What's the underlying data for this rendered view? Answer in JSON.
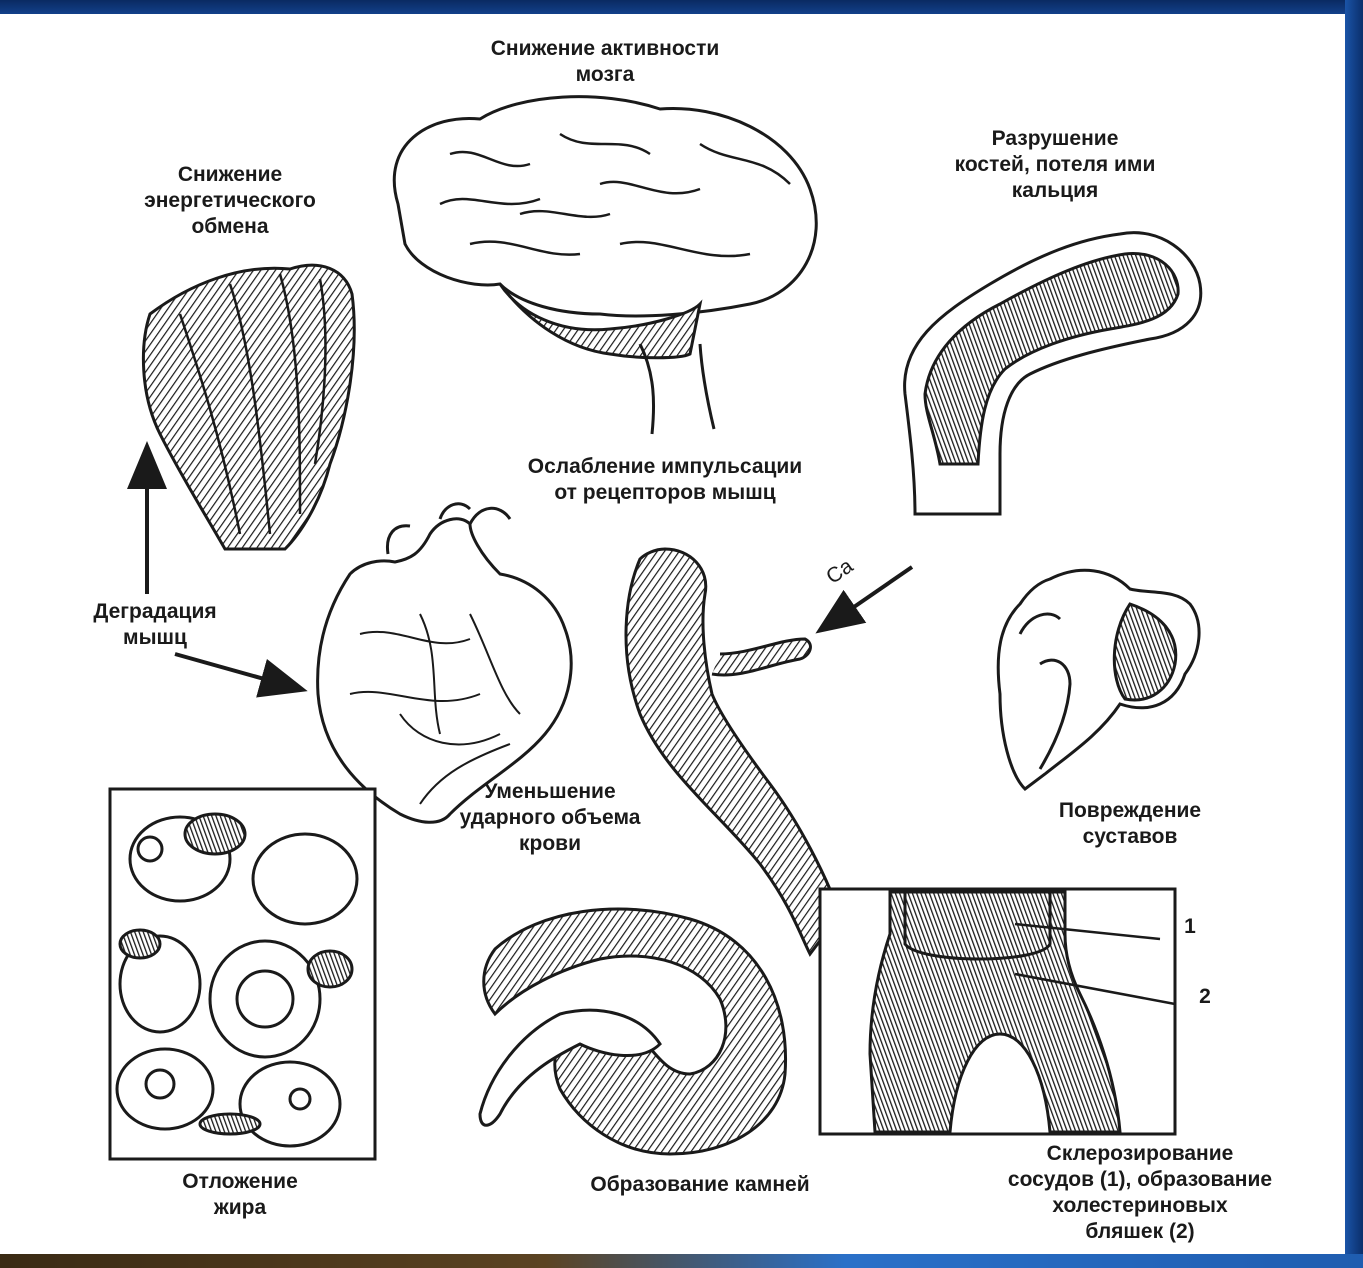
{
  "labels": {
    "brain": "Снижение активности\nмозга",
    "energy": "Снижение\nэнергетического\nобмена",
    "bones": "Разрушение\nкостей, потеля ими\nкальция",
    "impulses": "Ослабление импульсации\nот рецепторов мышц",
    "muscle_degradation": "Деградация\nмышц",
    "calcium": "Ca",
    "joints": "Повреждение\nсуставов",
    "stroke_volume": "Уменьшение\nударного объема\nкрови",
    "fat": "Отложение\nжира",
    "stones": "Образование камней",
    "sclerosis": "Склерозирование\nсосудов (1), образование\nхолестериновых\nбляшек (2)",
    "marker_1": "1",
    "marker_2": "2"
  },
  "colors": {
    "ink": "#1a1a1a",
    "paper": "#ffffff",
    "slide_background": "#0b2f6b"
  }
}
